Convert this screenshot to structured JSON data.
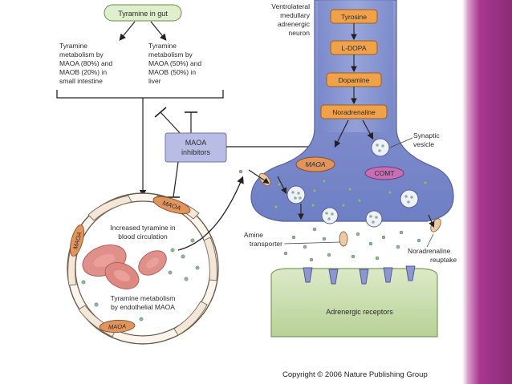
{
  "gut": {
    "title": "Tyramine in gut",
    "intestine_text": [
      "Tyramine",
      "metabolism by",
      "MAOA (80%) and",
      "MAOB (20%) in",
      "small intestine"
    ],
    "liver_text": [
      "Tyramine",
      "metabolism by",
      "MAOA (50%) and",
      "MAOB (50%) in",
      "liver"
    ]
  },
  "inhibitors": {
    "label_line1": "MAOA",
    "label_line2": "inhibitors"
  },
  "vessel": {
    "maoa_label": "MAOA",
    "text_top": [
      "Increased tyramine in",
      "blood circulation"
    ],
    "text_bottom": [
      "Tyramine metabolism",
      "by endothelial MAOA"
    ]
  },
  "neuron": {
    "caption": [
      "Ventrolateral",
      "medullary",
      "adrenergic",
      "neuron"
    ],
    "pathway": [
      "Tyrosine",
      "L-DOPA",
      "Dopamine",
      "Noradrenaline"
    ],
    "maoa_label": "MAOA",
    "comt_label": "COMT",
    "synaptic_vesicle": [
      "Synaptic",
      "vesicle"
    ],
    "amine_transporter": [
      "Amine",
      "transporter"
    ],
    "reuptake": [
      "Noradrenaline",
      "reuptake"
    ],
    "receptors": "Adrenergic receptors"
  },
  "copyright": "Copyright © 2006 Nature Publishing Group",
  "colors": {
    "neuron_fill": "#8d9bd6",
    "pathway_box": "#f0a24a",
    "maoa_fill": "#e0955e",
    "comt_fill": "#c66fb5",
    "inhibitor_fill": "#b9bde6",
    "receptor_fill": "#c9ddb0",
    "rbc_fill": "#e0908a",
    "accent": "#a8378f"
  }
}
